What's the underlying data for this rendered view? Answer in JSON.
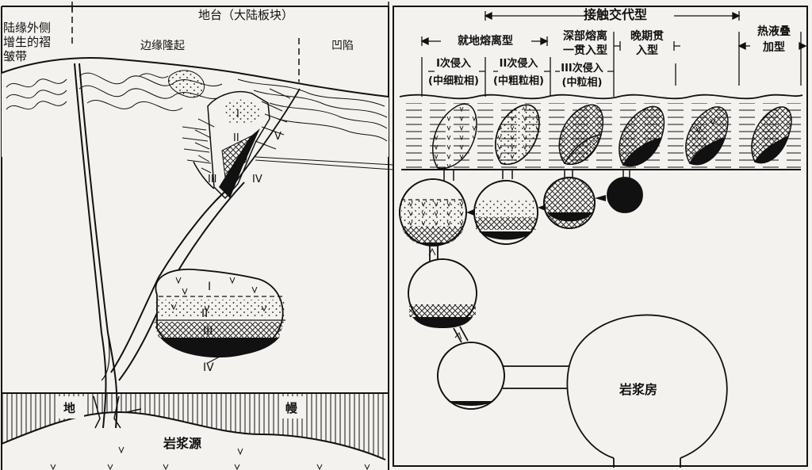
{
  "left": {
    "header_main": "地台（大陆板块）",
    "fold_belt": [
      "陆缘外侧",
      "增生的褶",
      "皱带"
    ],
    "margin_uplift": "边缘隆起",
    "depression": "凹陷",
    "mantle_left": "地",
    "mantle_right": "幔",
    "magma_source": "岩浆源",
    "facies": [
      "I",
      "II",
      "III",
      "IV",
      "V"
    ]
  },
  "right": {
    "title": "接触交代型",
    "in_situ": "就地熔离型",
    "deep": [
      "深部熔离",
      "一贯入型"
    ],
    "late": [
      "晚期贯",
      "入型"
    ],
    "hydro": [
      "热液叠",
      "加型"
    ],
    "sub1": [
      "I次侵入",
      "(中细粒相)"
    ],
    "sub2": [
      "II次侵入",
      "(中粗粒相)"
    ],
    "sub3": [
      "III次侵入",
      "(中粒相)"
    ],
    "magma_chamber": "岩浆房"
  },
  "colors": {
    "ink": "#111111",
    "paper": "#f4f2ef"
  }
}
